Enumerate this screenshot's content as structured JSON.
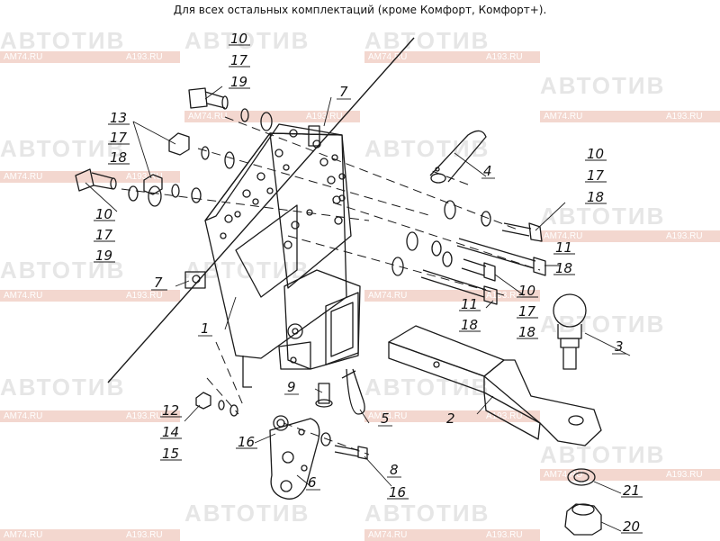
{
  "caption": "Для всех остальных комплектаций (кроме Комфорт, Комфорт+).",
  "watermark": {
    "brand": "АВТОТИВ",
    "site_left": "AM74.RU",
    "site_right": "A193.RU"
  },
  "colors": {
    "line": "#1a1a1a",
    "watermark": "#e6e6e6",
    "watermark_bar": "#f3d7cf"
  },
  "callouts": {
    "c10a": [
      "10",
      "17",
      "19"
    ],
    "c7a": [
      "7"
    ],
    "c13": [
      "13",
      "17",
      "18"
    ],
    "c4": [
      "4"
    ],
    "c10b": [
      "10",
      "17",
      "19"
    ],
    "c10c": [
      "10",
      "17",
      "18"
    ],
    "c7b": [
      "7"
    ],
    "c11a": [
      "11",
      "18"
    ],
    "c10d": [
      "10",
      "17",
      "18"
    ],
    "c1": [
      "1"
    ],
    "c11b": [
      "11",
      "18"
    ],
    "c3": [
      "3"
    ],
    "c9": [
      "9"
    ],
    "c2": [
      "2"
    ],
    "c12": [
      "12",
      "14",
      "15"
    ],
    "c5": [
      "5"
    ],
    "c16a": [
      "16"
    ],
    "c6": [
      "6"
    ],
    "c8": [
      "8",
      "16"
    ],
    "c21": [
      "21"
    ],
    "c20": [
      "20"
    ]
  }
}
